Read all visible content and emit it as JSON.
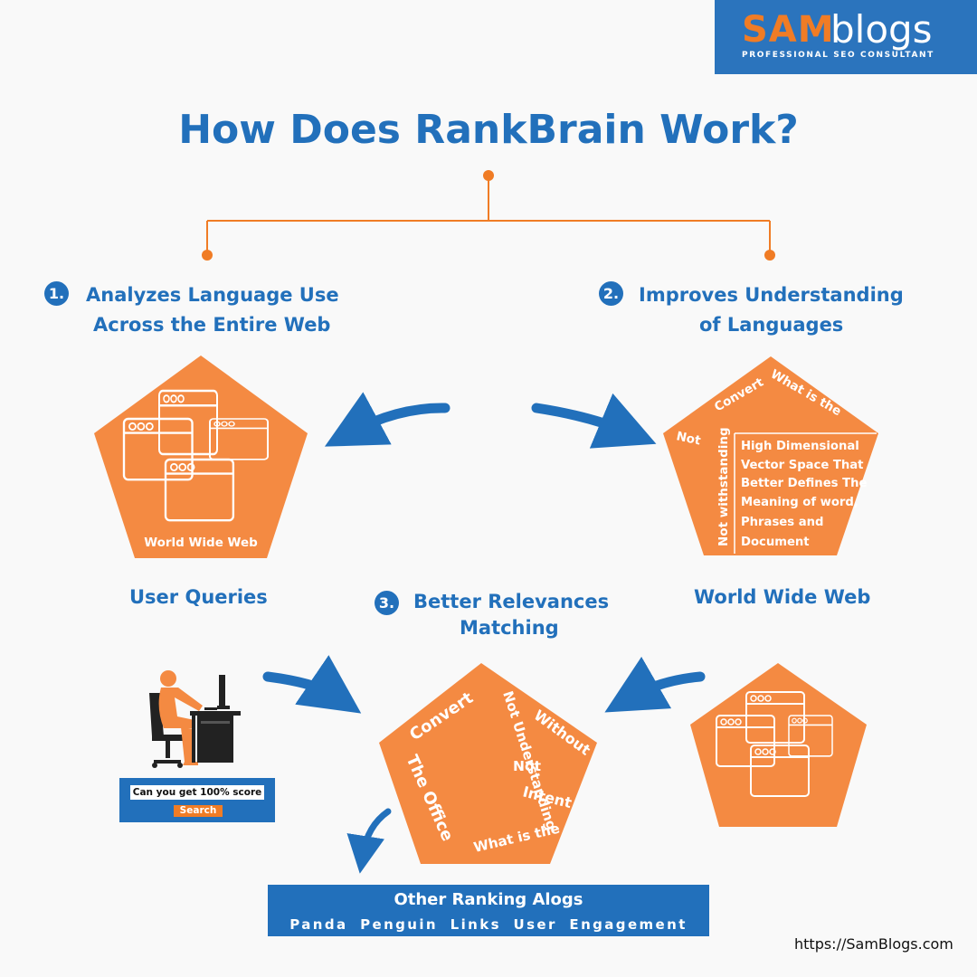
{
  "brand": {
    "name_highlight": "SAM",
    "name_rest": "blogs",
    "tagline": "PROFESSIONAL SEO CONSULTANT"
  },
  "title": "How Does RankBrain Work?",
  "steps": [
    {
      "number": "1.",
      "heading_line1": "Analyzes Language Use",
      "heading_line2": "Across the Entire Web"
    },
    {
      "number": "2.",
      "heading_line1": "Improves Understanding",
      "heading_line2": "of Languages"
    },
    {
      "number": "3.",
      "heading_line1": "Better Relevances",
      "heading_line2": "Matching"
    }
  ],
  "pentagon_left": {
    "label": "World Wide Web"
  },
  "pentagon_right": {
    "word_what_is_the": "What is the",
    "word_convert": "Convert",
    "word_not": "Not",
    "word_not_withstanding": "Not withstanding",
    "vector_lines": [
      "High Dimensional",
      "Vector Space That",
      "Better Defines The",
      "Meaning of word,",
      "Phrases and",
      "Document"
    ]
  },
  "captions": {
    "user_queries": "User Queries",
    "world_wide_web": "World Wide Web"
  },
  "pentagon_center": {
    "word_convert": "Convert",
    "word_not_understanding": "Not Understanding",
    "word_without": "Without",
    "word_not": "Not",
    "word_intent": "Intent",
    "word_the_office": "The Office",
    "word_what_is_the": "What is the"
  },
  "search": {
    "query": "Can you get 100% score",
    "button": "Search"
  },
  "other_ranking": {
    "title": "Other Ranking Alogs",
    "items": "Panda  Penguin Links User Engagement"
  },
  "footer_url": "https://SamBlogs.com",
  "colors": {
    "blue": "#2270bb",
    "orange": "#f07c25",
    "pentagon": "#f48a42",
    "background": "#f9f9f9"
  }
}
